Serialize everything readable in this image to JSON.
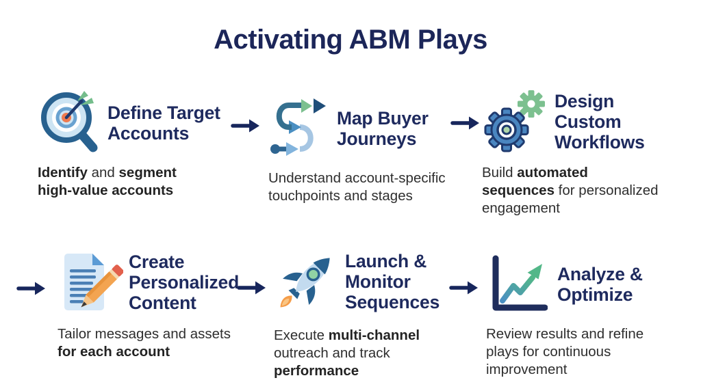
{
  "title": "Activating ABM Plays",
  "colors": {
    "heading_navy": "#1e2a5e",
    "title_navy": "#1c2659",
    "body_text": "#2e2e2e",
    "arrow_navy": "#17265c",
    "icon_dark_blue": "#28618f",
    "icon_mid_blue": "#4a86c0",
    "icon_light_blue": "#a6c6e3",
    "icon_pale_blue": "#d7e8f7",
    "icon_green": "#7cc08f",
    "icon_orange": "#f3a451",
    "icon_flame_orange": "#f59d49",
    "icon_target_orange": "#ee7a4f"
  },
  "steps": [
    {
      "title": "Define Target\nAccounts",
      "icon": "target-magnifier-icon",
      "desc": [
        {
          "t": "Identify",
          "b": true
        },
        {
          "t": " and ",
          "b": false
        },
        {
          "t": "segment",
          "b": true
        },
        {
          "t": "\nhigh-value accounts",
          "b": true
        }
      ]
    },
    {
      "title": "Map Buyer\nJourneys",
      "icon": "journey-path-icon",
      "desc": [
        {
          "t": "Understand account-specific\ntouchpoints and stages",
          "b": false
        }
      ]
    },
    {
      "title": "Design\nCustom\nWorkflows",
      "icon": "gears-icon",
      "desc": [
        {
          "t": "Build ",
          "b": false
        },
        {
          "t": "automated\nsequences",
          "b": true
        },
        {
          "t": " for personalized\nengagement",
          "b": false
        }
      ]
    },
    {
      "title": "Create\nPersonalized\nContent",
      "icon": "document-pencil-icon",
      "desc": [
        {
          "t": "Tailor messages and assets\n",
          "b": false
        },
        {
          "t": "for each account",
          "b": true
        }
      ]
    },
    {
      "title": "Launch &\nMonitor\nSequences",
      "icon": "rocket-icon",
      "desc": [
        {
          "t": "Execute ",
          "b": false
        },
        {
          "t": "multi-channel",
          "b": true
        },
        {
          "t": "\noutreach and track\n",
          "b": false
        },
        {
          "t": "performance",
          "b": true
        }
      ]
    },
    {
      "title": "Analyze &\nOptimize",
      "icon": "growth-chart-icon",
      "desc": [
        {
          "t": "Review results and refine\nplays for continuous\nimprovement",
          "b": false
        }
      ]
    }
  ]
}
